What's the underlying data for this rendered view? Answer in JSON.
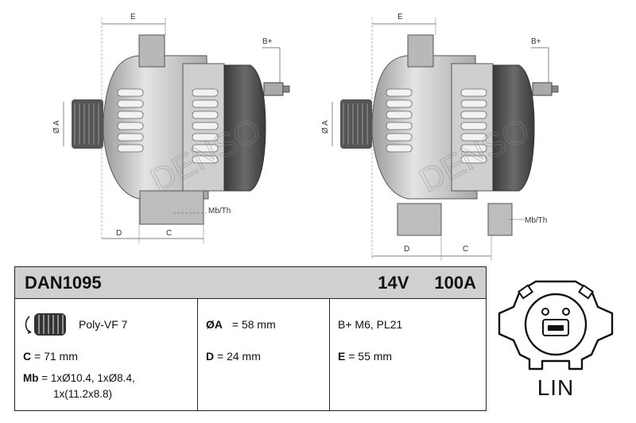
{
  "drawing": {
    "dim_e": "E",
    "dim_b": "B+",
    "dim_a": "Ø A",
    "dim_d": "D",
    "dim_c": "C",
    "dim_mb": "Mb/Th",
    "watermark": "DENSO"
  },
  "spec": {
    "part_number": "DAN1095",
    "voltage": "14V",
    "current": "100A",
    "pulley": "Poly-VF 7",
    "c_key": "C",
    "c_val": " = 71 mm",
    "mb_key": "Mb",
    "mb_val": " = 1xØ10.4, 1xØ8.4,",
    "mb_val2": "1x(11.2x8.8)",
    "a_key": "ØA",
    "a_val": " = 58 mm",
    "d_key": "D",
    "d_val": " = 24 mm",
    "bplus": "B+ M6, PL21",
    "e_key": "E",
    "e_val": " = 55 mm"
  },
  "connector": {
    "label": "LIN"
  },
  "colors": {
    "header_bg": "#d0d0d0",
    "body_gray": "#c8c8c8",
    "dark_gray": "#4a4a4a"
  }
}
